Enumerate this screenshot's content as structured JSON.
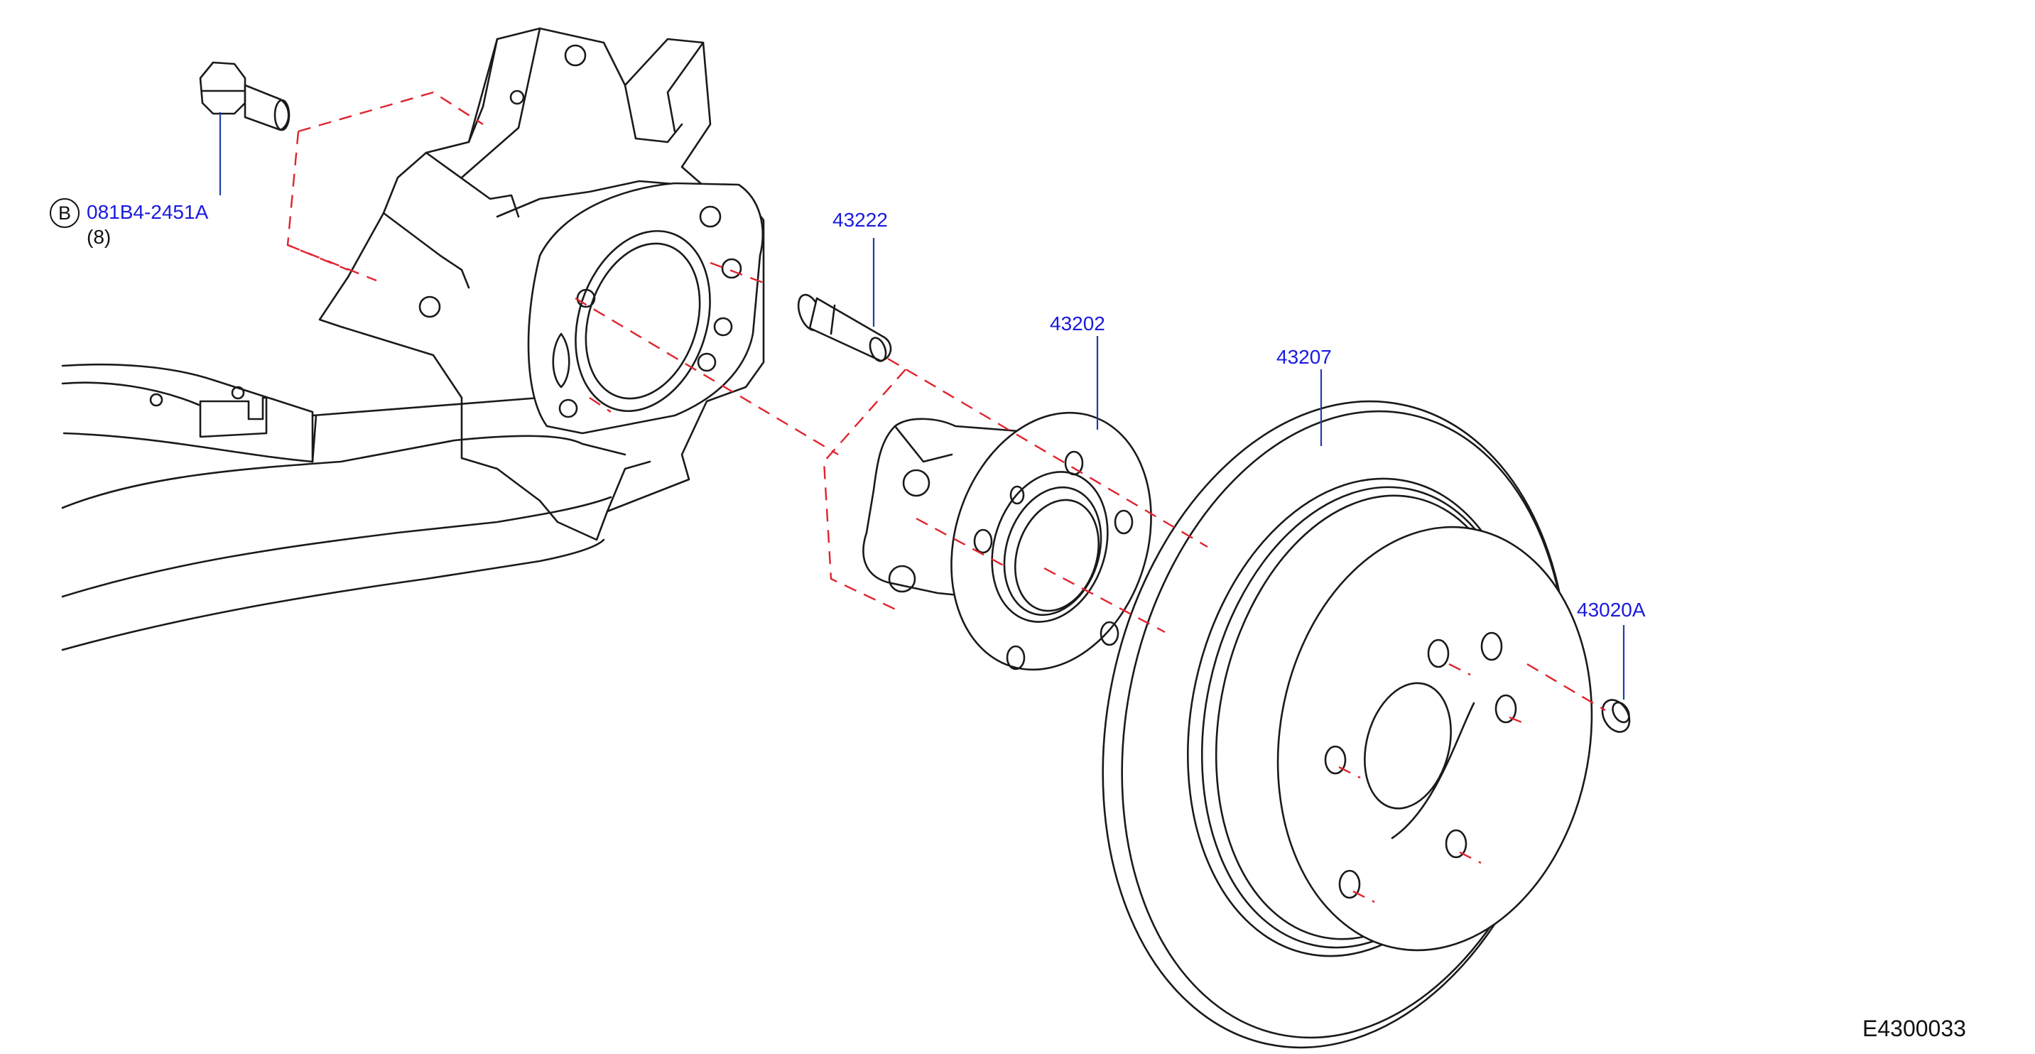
{
  "diagram": {
    "code": "E4300033",
    "bolt": {
      "circle_letter": "B",
      "part_number": "081B4-2451A",
      "quantity": "(8)"
    },
    "parts": {
      "stud": "43222",
      "hub": "43202",
      "rotor": "43207",
      "cap": "43020A"
    },
    "colors": {
      "callout": "#1a1adf",
      "guide_lines": "#e0232e",
      "leader": "#1d3fa8",
      "outline": "#1a1a1a"
    }
  }
}
